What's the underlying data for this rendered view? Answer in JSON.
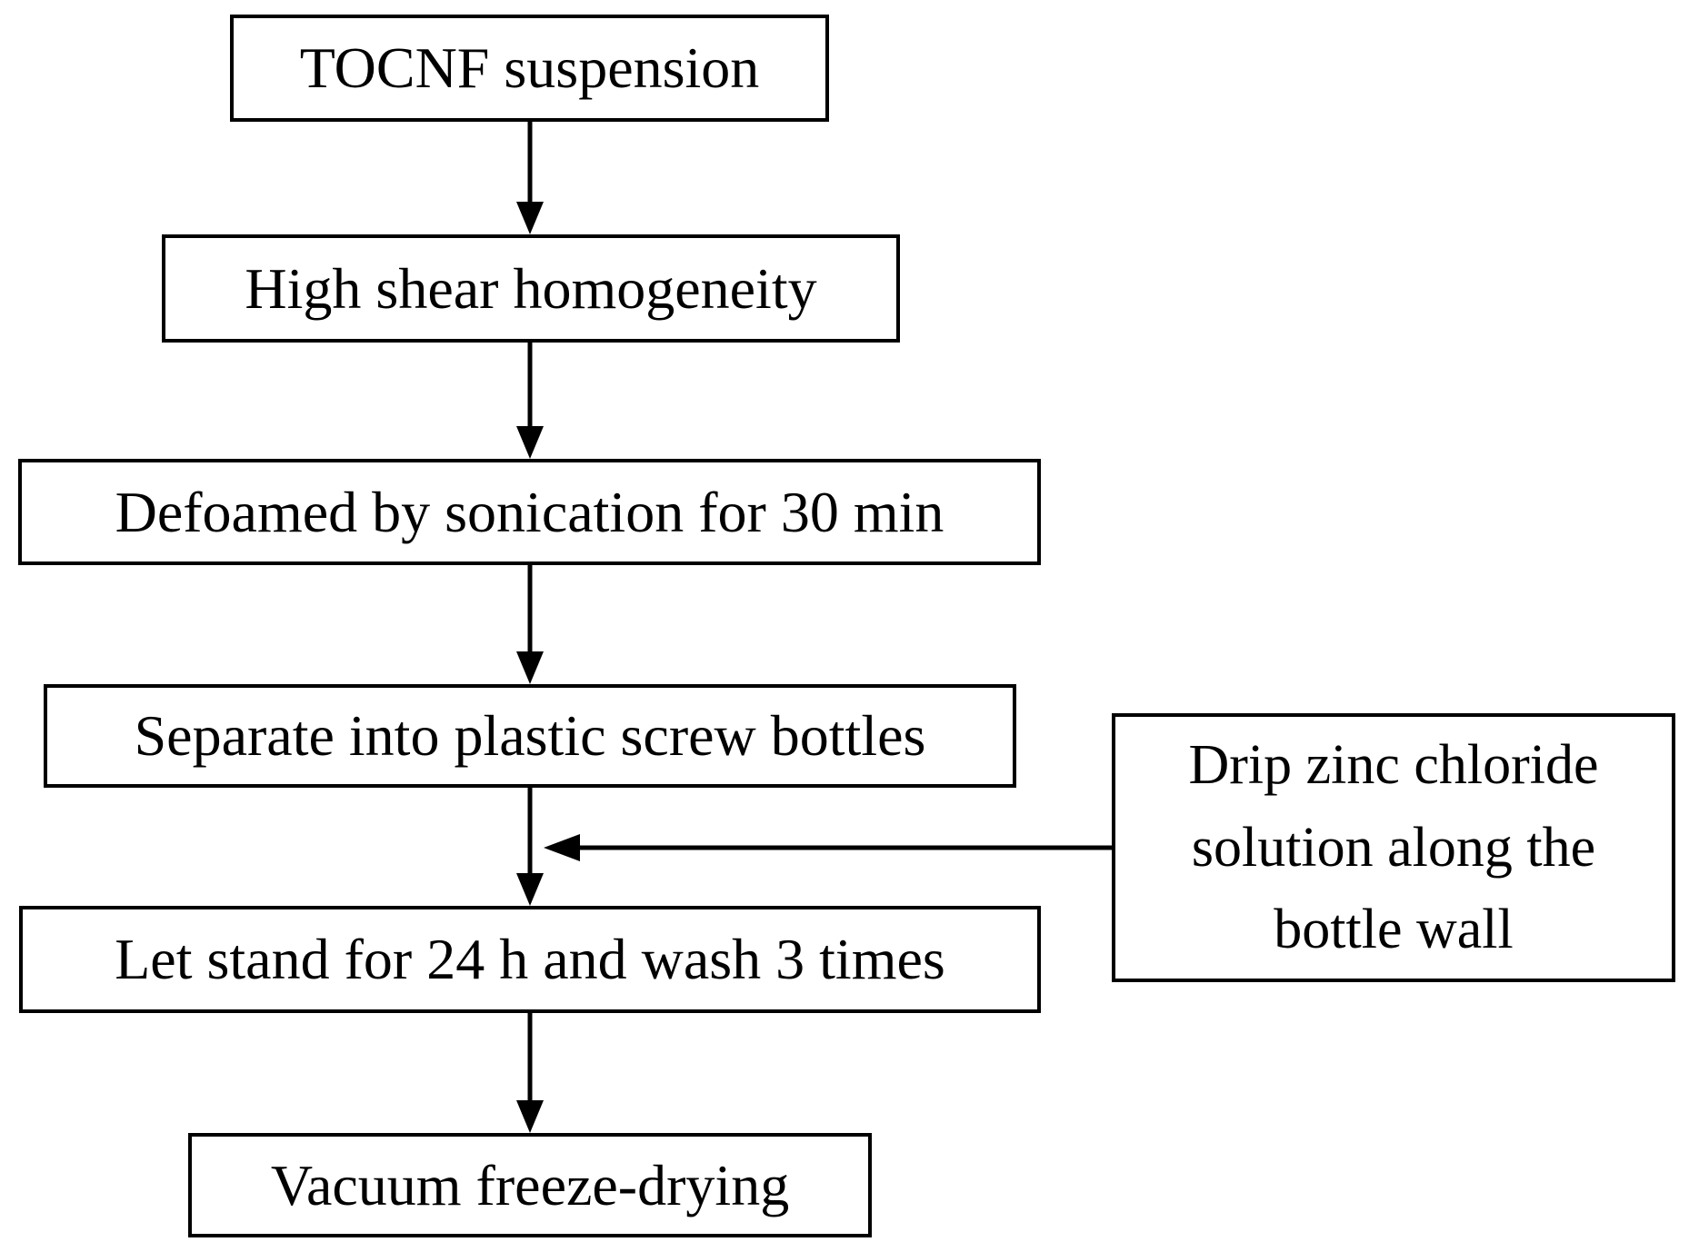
{
  "diagram": {
    "colors": {
      "background": "#ffffff",
      "box_border": "#000000",
      "box_fill": "#ffffff",
      "text": "#000000",
      "arrow": "#000000"
    },
    "nodes": {
      "tocnf": {
        "label": "TOCNF suspension"
      },
      "homogeneity": {
        "label": "High shear homogeneity"
      },
      "defoamed": {
        "label": "Defoamed by sonication for 30 min"
      },
      "separate": {
        "label": "Separate into plastic screw bottles"
      },
      "stand": {
        "label": "Let stand for 24 h and wash 3 times"
      },
      "freeze": {
        "label": "Vacuum freeze-drying"
      },
      "drip": {
        "label": "Drip zinc chloride solution along the bottle wall"
      }
    },
    "edges": [
      {
        "from": "tocnf",
        "to": "homogeneity",
        "type": "down-arrow"
      },
      {
        "from": "homogeneity",
        "to": "defoamed",
        "type": "down-arrow"
      },
      {
        "from": "defoamed",
        "to": "separate",
        "type": "down-arrow"
      },
      {
        "from": "separate",
        "to": "stand",
        "type": "down-arrow"
      },
      {
        "from": "drip",
        "to": "separate-stand-connector",
        "type": "left-arrow"
      },
      {
        "from": "stand",
        "to": "freeze",
        "type": "down-arrow"
      }
    ]
  }
}
